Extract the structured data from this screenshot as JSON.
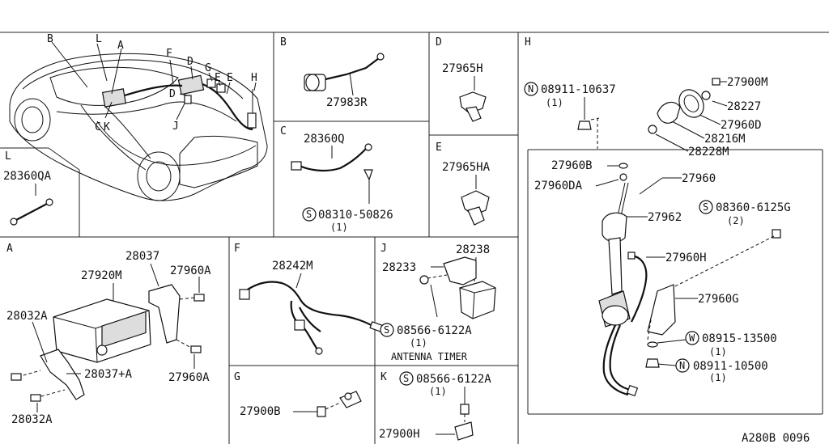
{
  "sections": {
    "main": {
      "letters": [
        "B",
        "L",
        "A",
        "F",
        "D",
        "G",
        "E",
        "E",
        "H",
        "D",
        "C",
        "K",
        "J"
      ]
    },
    "L": {
      "letter": "L",
      "parts": [
        "28360QA"
      ]
    },
    "B": {
      "letter": "B",
      "parts": [
        "27983R"
      ]
    },
    "C": {
      "letter": "C",
      "parts": [
        "28360Q"
      ],
      "bolt": "08310-50826",
      "bolt_qty": "(1)",
      "bolt_prefix": "S"
    },
    "D": {
      "letter": "D",
      "parts": [
        "27965H"
      ]
    },
    "E": {
      "letter": "E",
      "parts": [
        "27965HA"
      ]
    },
    "H": {
      "letter": "H",
      "parts": [
        "27900M",
        "28227",
        "27960D",
        "28216M",
        "28228M",
        "27960",
        "27960B",
        "27960DA",
        "27962",
        "27960H",
        "27960G"
      ],
      "nut_top": "08911-10637",
      "nut_top_qty": "(1)",
      "nut_top_prefix": "N",
      "bolt": "08360-6125G",
      "bolt_qty": "(2)",
      "bolt_prefix": "S",
      "washer": "08915-13500",
      "washer_qty": "(1)",
      "washer_prefix": "W",
      "nut_bottom": "08911-10500",
      "nut_bottom_qty": "(1)",
      "nut_bottom_prefix": "N"
    },
    "A": {
      "letter": "A",
      "parts": [
        "28037",
        "27920M",
        "27960A",
        "28032A",
        "28037+A",
        "27960A",
        "28032A"
      ]
    },
    "F": {
      "letter": "F",
      "parts": [
        "28242M"
      ]
    },
    "J": {
      "letter": "J",
      "parts": [
        "28238",
        "28233"
      ],
      "bolt": "08566-6122A",
      "bolt_qty": "(1)",
      "bolt_prefix": "S",
      "caption": "ANTENNA TIMER"
    },
    "G": {
      "letter": "G",
      "parts": [
        "27900B"
      ]
    },
    "K": {
      "letter": "K",
      "parts": [
        "27900H"
      ],
      "bolt": "08566-6122A",
      "bolt_qty": "(1)",
      "bolt_prefix": "S"
    }
  },
  "footer_code": "A280B 0096"
}
